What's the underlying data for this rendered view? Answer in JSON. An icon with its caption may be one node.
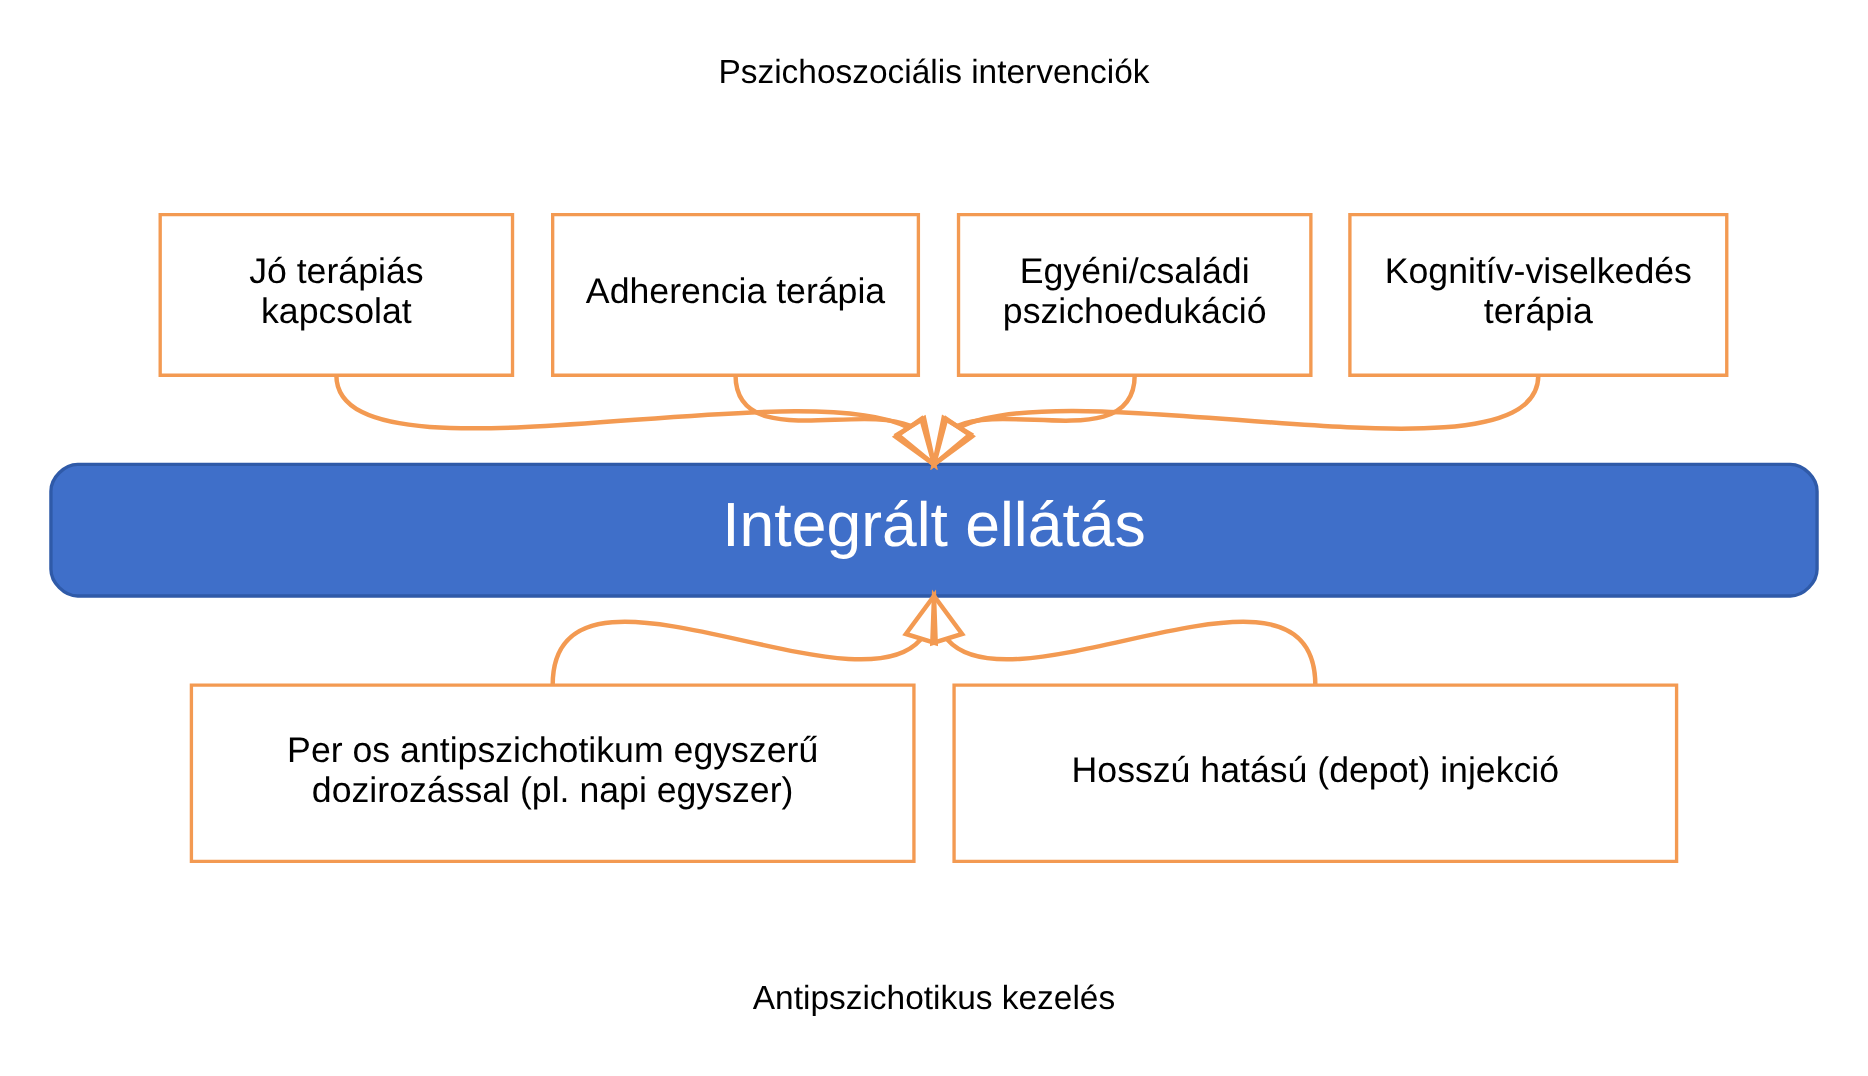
{
  "diagram": {
    "nodes": [
      {
        "text": [
          "Jó terápiás kapcsolat"
        ]
      },
      {
        "text": [
          "Adherencia terápia"
        ]
      },
      {
        "text": [
          "Egyéni/családi pszichoedukáció"
        ]
      },
      {
        "text": [
          "Kognitív-viselkedés terápia"
        ]
      },
      {
        "text": [
          "Integrált ellátás"
        ]
      },
      {
        "text": [
          "Per os antipszichotikum egyszerű dozirozással (pl. napi egyszer)"
        ]
      },
      {
        "text": [
          "Hosszú hatású (depot) injekció"
        ]
      }
    ],
    "edges": [
      {
        "from": 0,
        "to": 4,
        "arrow": "to"
      },
      {
        "from": 1,
        "to": 4,
        "arrow": "to"
      },
      {
        "from": 2,
        "to": 4,
        "arrow": "to"
      },
      {
        "from": 3,
        "to": 4,
        "arrow": "to"
      },
      {
        "from": 5,
        "to": 4,
        "arrow": "to"
      },
      {
        "from": 6,
        "to": 4,
        "arrow": "to"
      }
    ],
    "labels": [
      "Pszichoszociális intervenciók",
      "Antipszichotikus kezelés"
    ]
  }
}
